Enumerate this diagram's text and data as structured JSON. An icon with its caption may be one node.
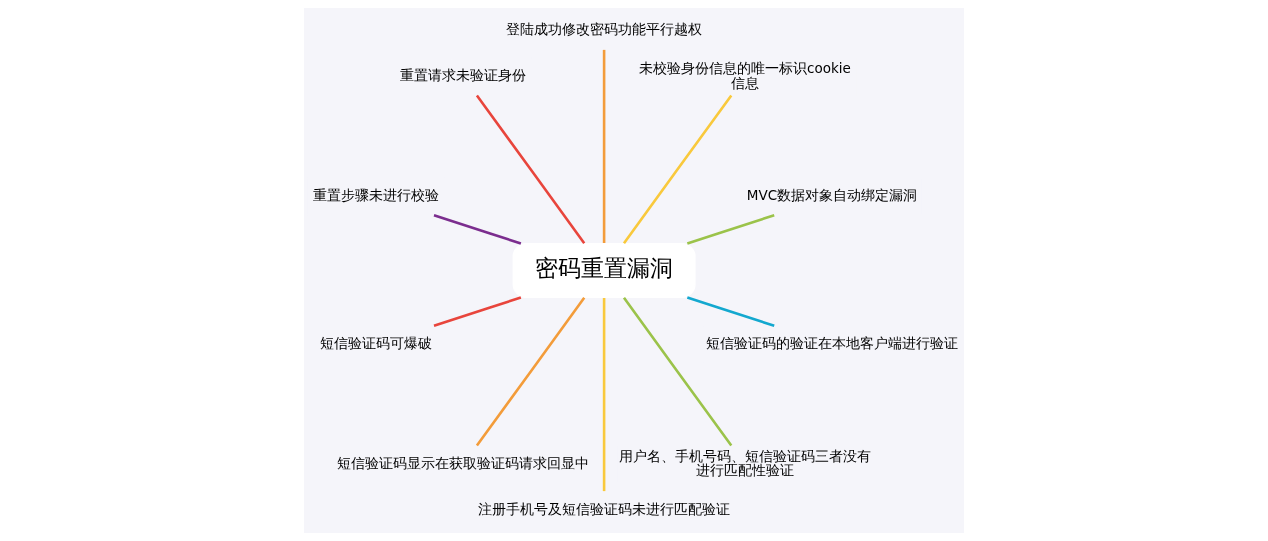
{
  "diagram": {
    "nodes": [
      {
        "text": [
          "密码重置漏洞"
        ]
      },
      {
        "text": [
          "MVC数据对象自动绑定漏洞"
        ]
      },
      {
        "text": [
          "未校验身份信息的唯一标识cookie信息"
        ]
      },
      {
        "text": [
          "登陆成功修改密码功能平行越权"
        ]
      },
      {
        "text": [
          "重置请求未验证身份"
        ]
      },
      {
        "text": [
          "重置步骤未进行校验"
        ]
      },
      {
        "text": [
          "短信验证码可爆破"
        ]
      },
      {
        "text": [
          "短信验证码显示在获取验证码请求回显中"
        ]
      },
      {
        "text": [
          "注册手机号及短信验证码未进行匹配验证"
        ]
      },
      {
        "text": [
          "用户名、手机号码、短信验证码三者没有进行匹配性验证"
        ]
      },
      {
        "text": [
          "短信验证码的验证在本地客户端进行验证"
        ]
      }
    ],
    "edges": [
      {
        "from": 0,
        "to": 1,
        "arrow": "none",
        "color": "#9bc34a"
      },
      {
        "from": 0,
        "to": 2,
        "arrow": "none",
        "color": "#f9c93c"
      },
      {
        "from": 0,
        "to": 3,
        "arrow": "none",
        "color": "#f39c3a"
      },
      {
        "from": 0,
        "to": 4,
        "arrow": "none",
        "color": "#e8453c"
      },
      {
        "from": 0,
        "to": 5,
        "arrow": "none",
        "color": "#7b2d8e"
      },
      {
        "from": 0,
        "to": 6,
        "arrow": "none",
        "color": "#e8453c"
      },
      {
        "from": 0,
        "to": 7,
        "arrow": "none",
        "color": "#f39c3a"
      },
      {
        "from": 0,
        "to": 8,
        "arrow": "none",
        "color": "#f9c93c"
      },
      {
        "from": 0,
        "to": 9,
        "arrow": "none",
        "color": "#9bc34a"
      },
      {
        "from": 0,
        "to": 10,
        "arrow": "none",
        "color": "#13a8cf"
      }
    ]
  }
}
